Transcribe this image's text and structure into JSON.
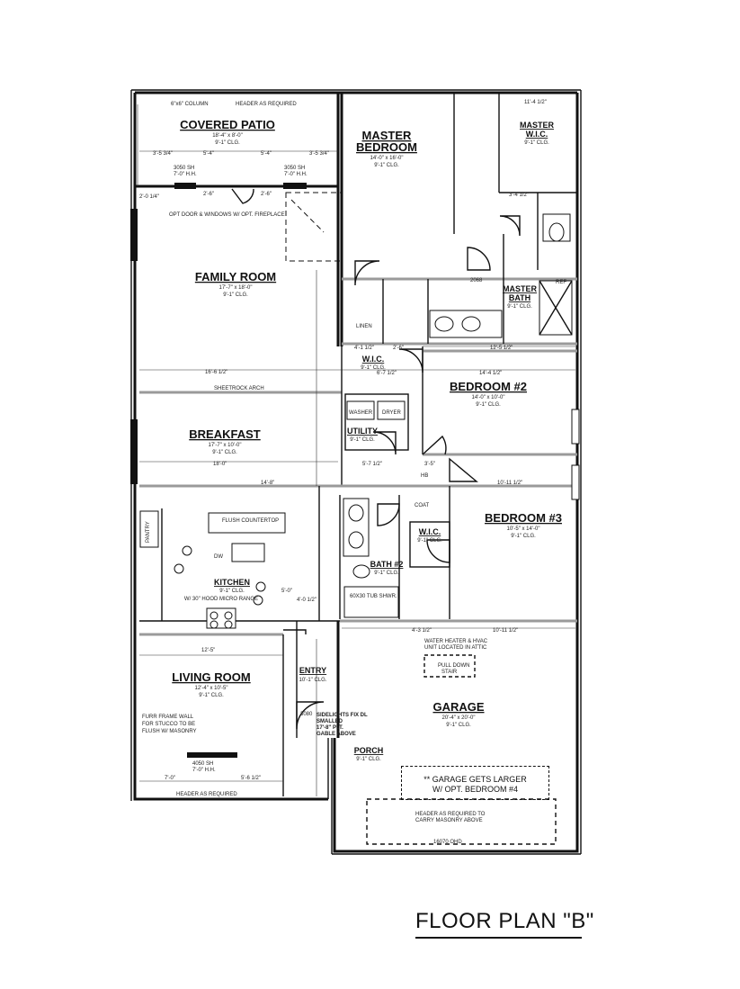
{
  "plan_title": "FLOOR PLAN \"B\"",
  "rooms": {
    "covered_patio": {
      "name": "COVERED PATIO",
      "dims": "18'-4\" x 8'-0\"",
      "clg": "9'-1\" CLG."
    },
    "master_bedroom": {
      "name1": "MASTER",
      "name2": "BEDROOM",
      "dims": "14'-0\" x 16'-0\"",
      "clg": "9'-1\" CLG."
    },
    "master_wic": {
      "name1": "MASTER",
      "name2": "W.I.C.",
      "clg": "9'-1\" CLG."
    },
    "family_room": {
      "name": "FAMILY ROOM",
      "dims": "17'-7\" x 18'-0\"",
      "clg": "9'-1\" CLG."
    },
    "master_bath": {
      "name1": "MASTER",
      "name2": "BATH",
      "clg": "9'-1\" CLG."
    },
    "wic": {
      "name": "W.I.C.",
      "clg": "9'-1\" CLG.",
      "dims": "6'-7 1/2\""
    },
    "bedroom2": {
      "name": "BEDROOM #2",
      "dims": "14'-0\" x 10'-0\"",
      "clg": "9'-1\" CLG."
    },
    "utility": {
      "name": "UTILITY",
      "clg": "9'-1\" CLG."
    },
    "breakfast": {
      "name": "BREAKFAST",
      "dims": "17'-7\" x 10'-0\"",
      "clg": "9'-1\" CLG."
    },
    "bedroom3": {
      "name": "BEDROOM #3",
      "dims": "10'-5\" x 14'-0\"",
      "clg": "9'-1\" CLG."
    },
    "wic2": {
      "name": "W.I.C.",
      "clg": "9'-1\" CLG."
    },
    "bath2": {
      "name": "BATH #2",
      "clg": "9'-1\" CLG."
    },
    "kitchen": {
      "name": "KITCHEN",
      "clg": "9'-1\" CLG.",
      "note": "W/ 30\" HOOD MICRO RANGE"
    },
    "living_room": {
      "name": "LIVING ROOM",
      "dims": "12'-4\" x 10'-5\"",
      "clg": "9'-1\" CLG."
    },
    "entry": {
      "name": "ENTRY",
      "clg": "10'-1\" CLG."
    },
    "garage": {
      "name": "GARAGE",
      "dims": "20'-4\" x 20'-0\"",
      "clg": "9'-1\" CLG."
    },
    "porch": {
      "name": "PORCH",
      "clg": "9'-1\" CLG."
    }
  },
  "labels": {
    "column": "6\"x6\" COLUMN",
    "header_req_top": "HEADER AS REQUIRED",
    "header_req_left": "HEADER AS REQUIRED",
    "header_req_bottom": "HEADER AS REQUIRED",
    "header_req_garage1": "HEADER AS REQUIRED TO",
    "header_req_garage2": "CARRY MASONRY ABOVE",
    "garage_door": "16070 OHD",
    "opt_door": "OPT DOOR & WINDOWS W/ OPT. FIREPLACE",
    "sheetrock_arch": "SHEETROCK ARCH",
    "flush_counter": "FLUSH COUNTERTOP",
    "pantry": "PANTRY",
    "linen": "LINEN",
    "washer": "WASHER",
    "dryer": "DRYER",
    "coat": "COAT",
    "tub": "60X30 TUB SHWR.",
    "water_heater1": "WATER HEATER & HVAC",
    "water_heater2": "UNIT LOCATED IN ATTIC",
    "pull_down1": "PULL DOWN",
    "pull_down2": "STAIR",
    "fur_frame1": "FURR FRAME WALL",
    "fur_frame2": "FOR STUCCO TO BE",
    "fur_frame3": "FLUSH W/ MASONRY",
    "window_living": "4050 SH",
    "window_living_hh": "7'-0\" H.H.",
    "window_patio1": "3050 SH",
    "window_patio1_hh": "7'-0\" H.H.",
    "window_patio2": "3050 SH",
    "window_patio2_hh": "7'-0\" H.H.",
    "door_entry": "3080",
    "door_mbath": "2068",
    "garage_note1": "** GARAGE GETS LARGER",
    "garage_note2": "W/ OPT. BEDROOM #4",
    "entry_note1": "SIDELIGHTS FIX DL",
    "entry_note2": "SMALLED",
    "entry_note3": "17'-8\" PLT.",
    "entry_note4": "GABLE ABOVE",
    "hb": "HB",
    "ref": "REF",
    "dw": "DW"
  },
  "dimensions": {
    "patio_left": "3'-5 3/4\"",
    "patio_mid1": "5'-4\"",
    "patio_mid2": "5'-4\"",
    "patio_right": "3'-5 3/4\"",
    "fam_side1": "2'-0 1/4\"",
    "fam_side2": "2'-6\"",
    "fam_side3": "2'-6\"",
    "fam_width": "16'-6 1/2\"",
    "breakfast_width": "14'-8\"",
    "breakfast_width2": "18'-0\"",
    "living_width": "12'-5\"",
    "living_bottom1": "7'-0\"",
    "living_bottom2": "5'-6 1/2\"",
    "garage_top": "10'-11 1/2\"",
    "garage_side": "4'-3 1/2\"",
    "bed2_width": "14'-4 1/2\"",
    "bed2_top": "12'-5 1/2\"",
    "bed3_width": "10'-11 1/2\"",
    "mwic_width": "11'-4 1/2\"",
    "mwic_bottom": "3'-4 1/2\"",
    "util_width": "5'-7 1/2\"",
    "hall_width": "3'-5\"",
    "wic_left": "4'-1 1/2\"",
    "wic_right": "2'-6\"",
    "kitchen_w": "5'-0\"",
    "kitchen_w2": "4'-0 1/2\""
  }
}
